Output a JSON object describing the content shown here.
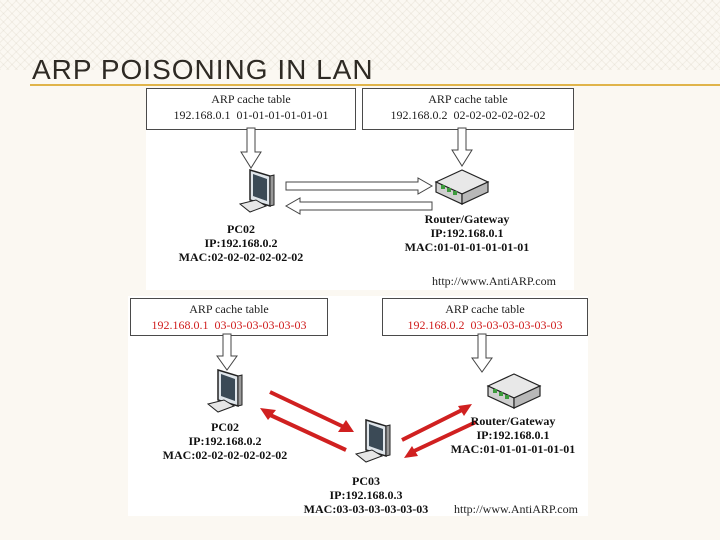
{
  "title": "ARP POISONING IN LAN",
  "top": {
    "pc02_cache": {
      "title": "ARP cache table",
      "ip": "192.168.0.1",
      "mac": "01-01-01-01-01-01"
    },
    "router_cache": {
      "title": "ARP cache table",
      "ip": "192.168.0.2",
      "mac": "02-02-02-02-02-02"
    },
    "pc02": {
      "name": "PC02",
      "ip": "IP:192.168.0.2",
      "mac": "MAC:02-02-02-02-02-02"
    },
    "router": {
      "name": "Router/Gateway",
      "ip": "IP:192.168.0.1",
      "mac": "MAC:01-01-01-01-01-01"
    },
    "source": "http://www.AntiARP.com"
  },
  "bottom": {
    "pc02_cache": {
      "title": "ARP cache table",
      "ip": "192.168.0.1",
      "mac": "03-03-03-03-03-03"
    },
    "router_cache": {
      "title": "ARP cache table",
      "ip": "192.168.0.2",
      "mac": "03-03-03-03-03-03"
    },
    "pc02": {
      "name": "PC02",
      "ip": "IP:192.168.0.2",
      "mac": "MAC:02-02-02-02-02-02"
    },
    "router": {
      "name": "Router/Gateway",
      "ip": "IP:192.168.0.1",
      "mac": "MAC:01-01-01-01-01-01"
    },
    "pc03": {
      "name": "PC03",
      "ip": "IP:192.168.0.3",
      "mac": "MAC:03-03-03-03-03-03"
    },
    "source": "http://www.AntiARP.com"
  },
  "colors": {
    "accent": "#e0b44a",
    "poison": "#d02020"
  },
  "icons": [
    "computer-icon",
    "router-icon",
    "arrow-down-icon",
    "arrow-left-icon",
    "arrow-right-icon"
  ]
}
